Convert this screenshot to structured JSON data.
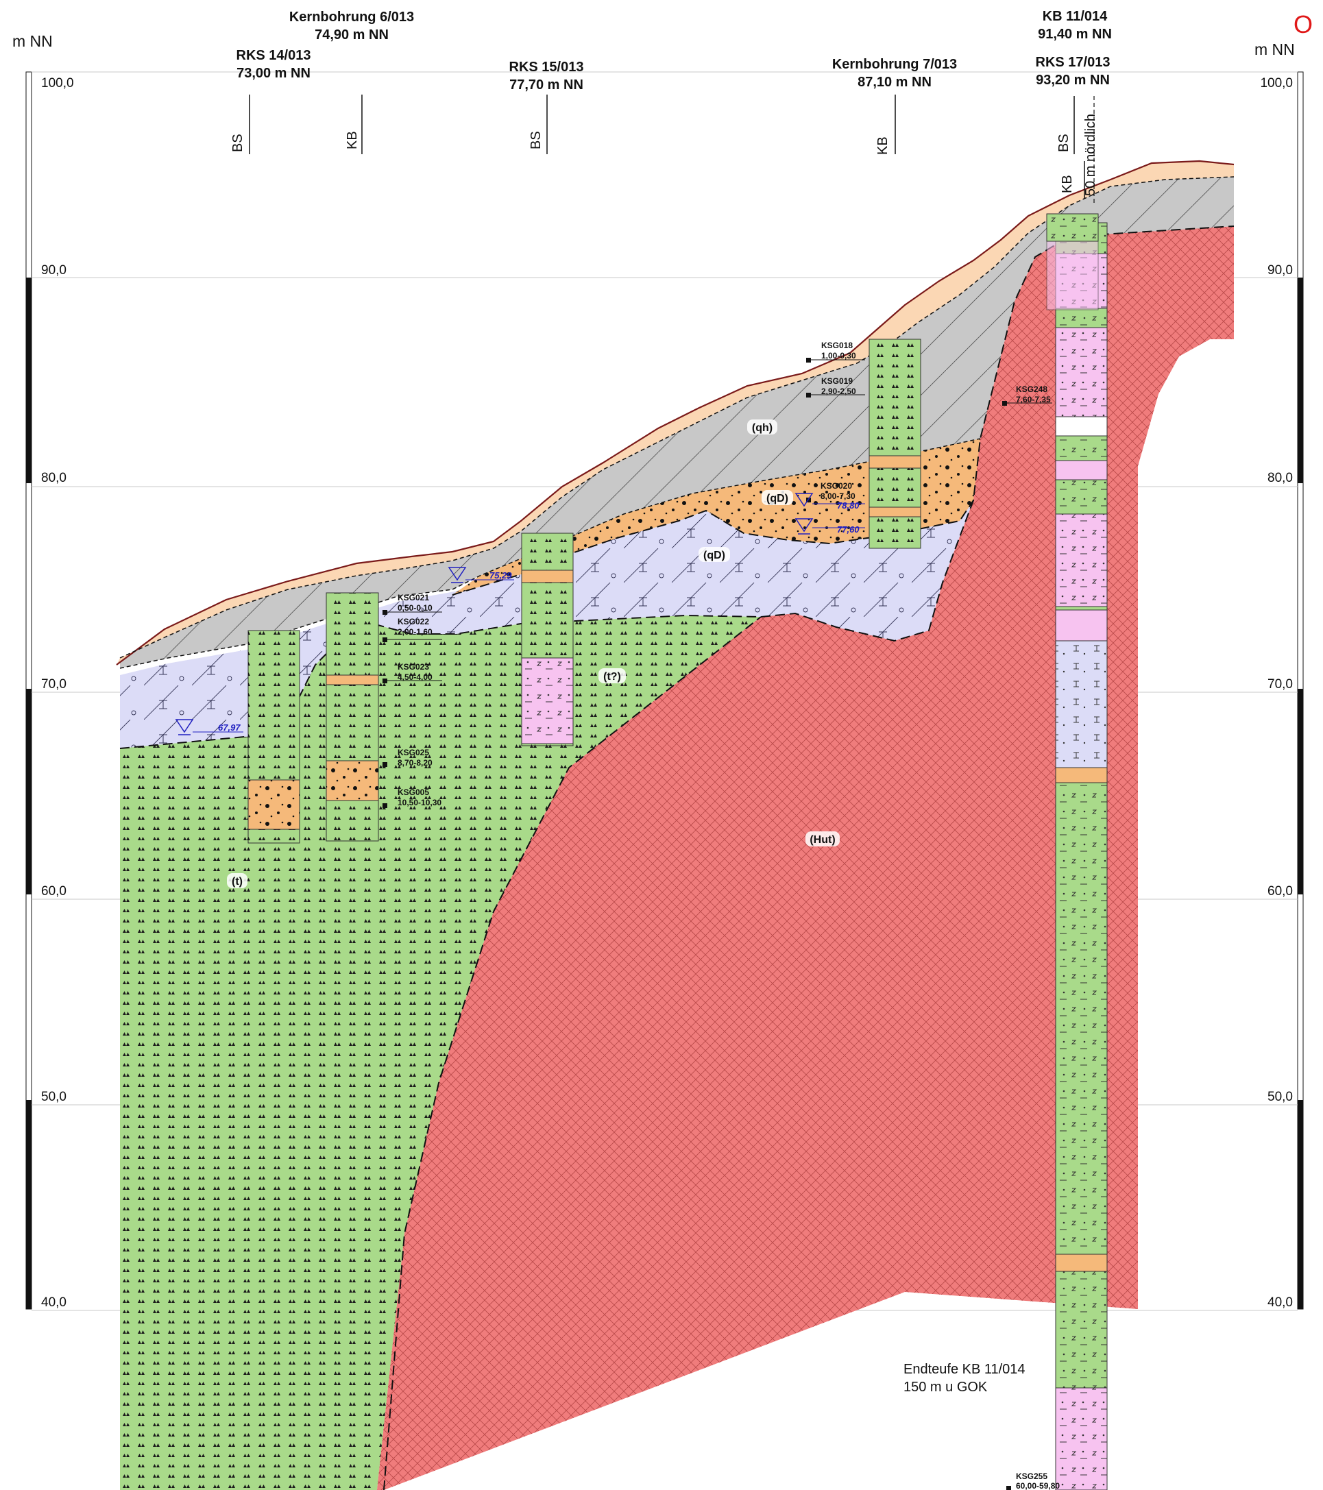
{
  "orientation_mark": "O",
  "axis": {
    "unit_left": "m NN",
    "unit_right": "m NN",
    "ticks": [
      {
        "value": 100,
        "label": "100,0"
      },
      {
        "value": 90,
        "label": "90,0"
      },
      {
        "value": 80,
        "label": "80,0"
      },
      {
        "value": 70,
        "label": "70,0"
      },
      {
        "value": 60,
        "label": "60,0"
      },
      {
        "value": 50,
        "label": "50,0"
      },
      {
        "value": 40,
        "label": "40,0"
      }
    ]
  },
  "boreholes": [
    {
      "name": "Kernbohrung 6/013",
      "elevation": "74,90 m NN",
      "type": "KB"
    },
    {
      "name": "RKS 14/013",
      "elevation": "73,00 m NN",
      "type": "BS"
    },
    {
      "name": "RKS 15/013",
      "elevation": "77,70 m NN",
      "type": "BS"
    },
    {
      "name": "Kernbohrung 7/013",
      "elevation": "87,10 m NN",
      "type": "KB"
    },
    {
      "name": "KB 11/014",
      "elevation": "91,40 m NN",
      "type": "KB"
    },
    {
      "name": "RKS 17/013",
      "elevation": "93,20 m NN",
      "type": "BS"
    }
  ],
  "offset_note": "50 m nördlich",
  "units": [
    {
      "label": "(qh)",
      "color": "#c8c8c8"
    },
    {
      "label": "(qD)",
      "color": "#f5b97a"
    },
    {
      "label": "(qD)",
      "color": "#dcdcf7"
    },
    {
      "label": "(t?)",
      "color": "#a9da8a"
    },
    {
      "label": "(t)",
      "color": "#a9da8a"
    },
    {
      "label": "(Hut)",
      "color": "#f07c7c"
    }
  ],
  "topsoil_color": "#fbd7b4",
  "groundwater": [
    {
      "value": "67,97"
    },
    {
      "value": "75,29"
    },
    {
      "value": "78,80"
    },
    {
      "value": "77,60"
    }
  ],
  "samples": [
    {
      "id": "KSG018",
      "depth": "1,00-0,30"
    },
    {
      "id": "KSG019",
      "depth": "2,90-2,50"
    },
    {
      "id": "KSG248",
      "depth": "7,60-7,35"
    },
    {
      "id": "KSG020",
      "depth": "8,00-7,30"
    },
    {
      "id": "KSG021",
      "depth": "0,50-0,10"
    },
    {
      "id": "KSG022",
      "depth": "2,00-1,60"
    },
    {
      "id": "KSG023",
      "depth": "4,50-4,00"
    },
    {
      "id": "KSG025",
      "depth": "8,70-8,20"
    },
    {
      "id": "KSG005",
      "depth": "10,50-10,30"
    },
    {
      "id": "KSG255",
      "depth": "60,00-59,80"
    }
  ],
  "endteufe": {
    "line1": "Endteufe KB 11/014",
    "line2": "150 m u GOK"
  }
}
